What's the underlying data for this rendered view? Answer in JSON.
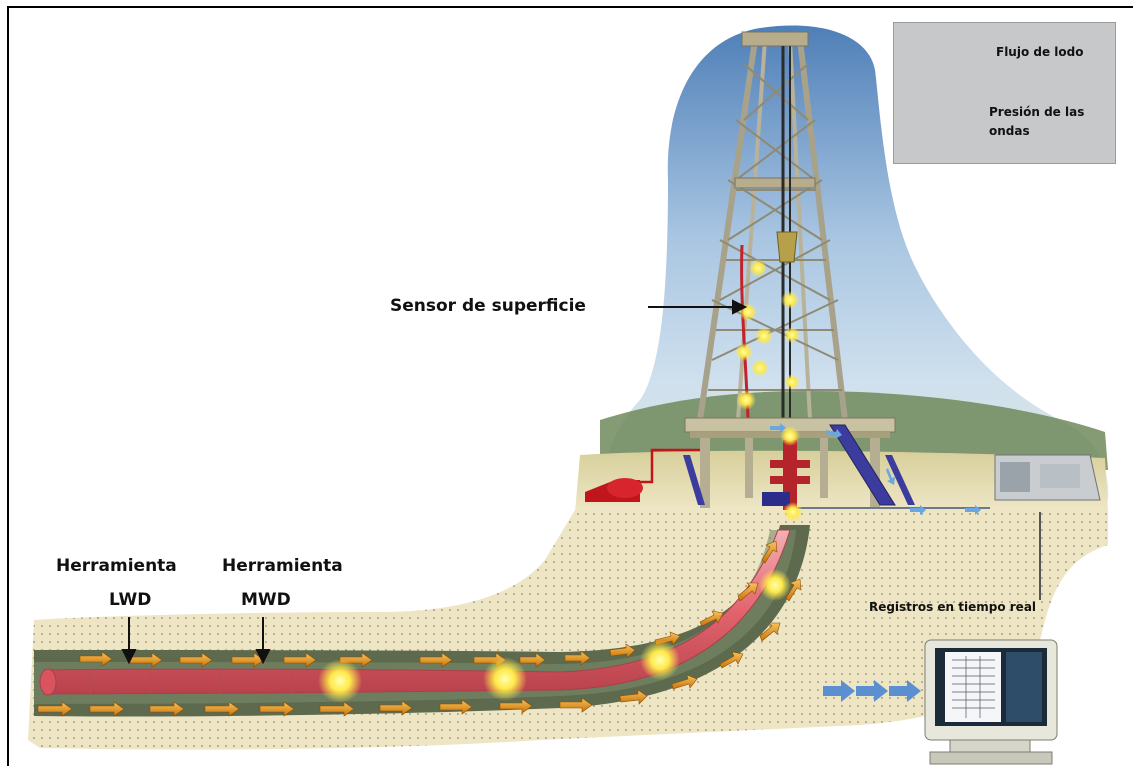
{
  "legend": {
    "mud_flow": "Flujo de lodo",
    "pressure_waves": "Presión de las ondas"
  },
  "labels": {
    "surface_sensor": "Sensor de superficie",
    "lwd_tool_line1": "Herramienta",
    "lwd_tool_line2": "LWD",
    "mwd_tool_line1": "Herramienta",
    "mwd_tool_line2": "MWD",
    "realtime_logs": "Registros en tiempo real"
  },
  "colors": {
    "mud_arrow": "#e8920f",
    "pipe": "#e3727a",
    "pressure_glow": "#ffe94a",
    "sky": "#6f9ccc",
    "ground": "#e9dfb6",
    "borehole_rock": "#5d6a4e"
  }
}
